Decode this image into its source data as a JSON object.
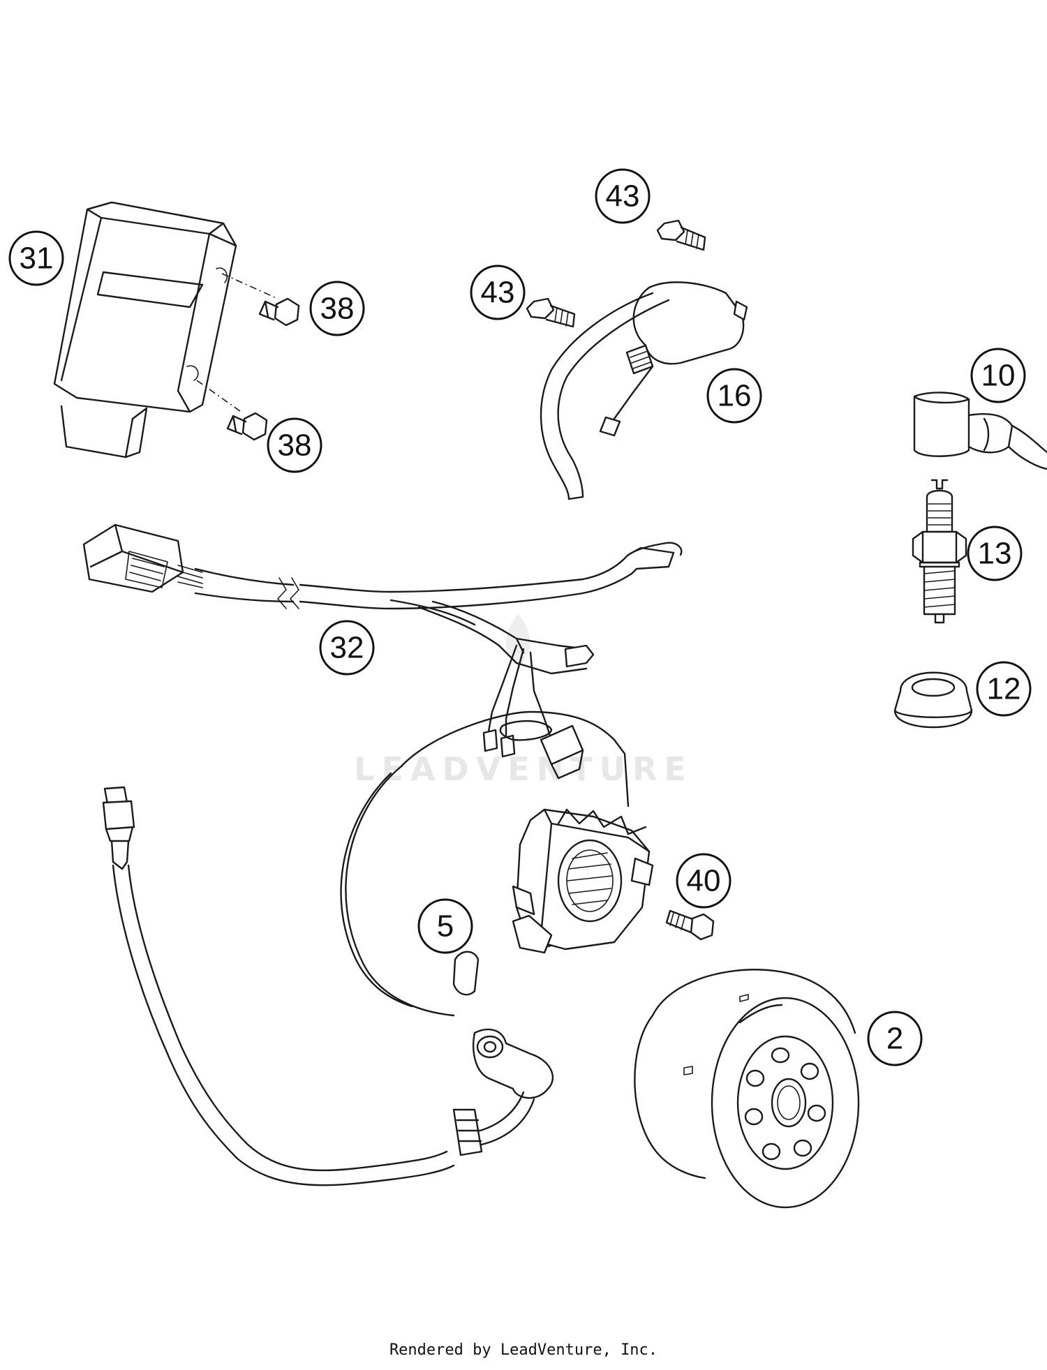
{
  "callouts": [
    "31",
    "38",
    "38",
    "43",
    "43",
    "16",
    "10",
    "13",
    "12",
    "32",
    "5",
    "40",
    "2"
  ],
  "watermark": "LEADVENTURE",
  "footer": "Rendered by LeadVenture, Inc."
}
